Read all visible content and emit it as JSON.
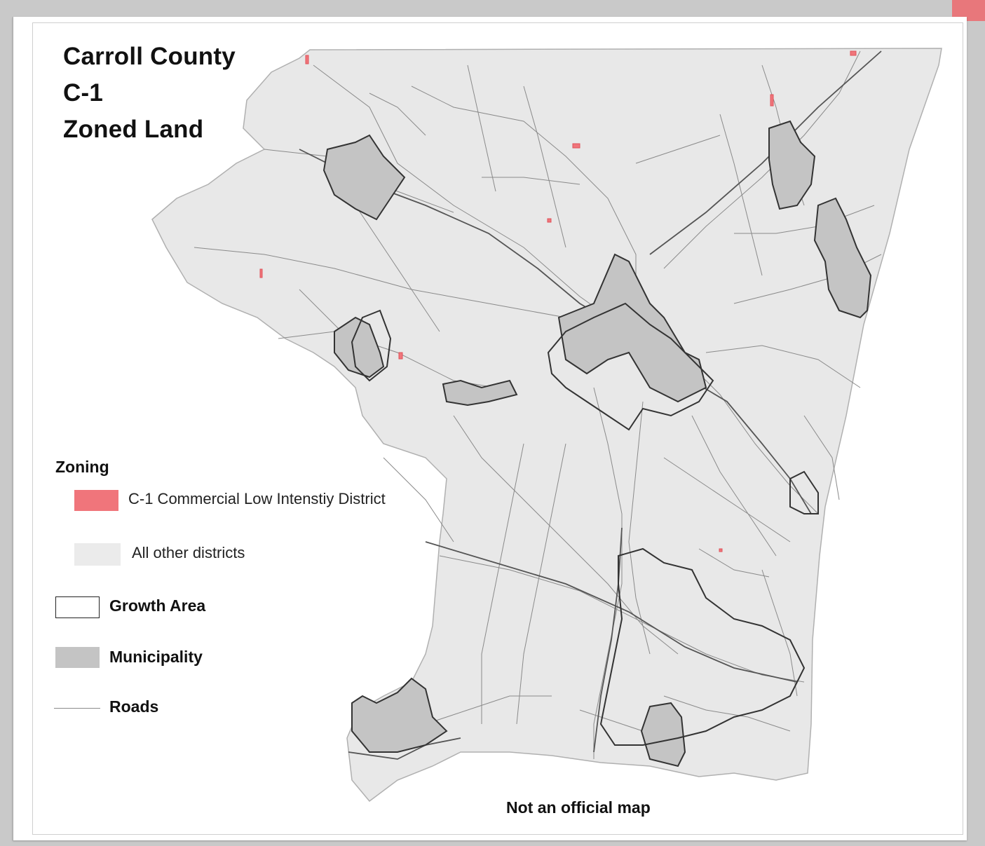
{
  "title": {
    "line1": "Carroll County",
    "line2": "C-1",
    "line3": "Zoned Land"
  },
  "legend": {
    "heading": "Zoning",
    "items": [
      {
        "label": "C-1 Commercial Low Intenstiy District",
        "swatch": "c1-fill"
      },
      {
        "label": "All other districts",
        "swatch": "other-fill"
      },
      {
        "label": "Growth Area",
        "swatch": "growth-outline"
      },
      {
        "label": "Municipality",
        "swatch": "municipality-fill"
      },
      {
        "label": "Roads",
        "swatch": "road-line"
      }
    ]
  },
  "disclaimer": "Not an official map",
  "colors": {
    "c1_zoning": "#f0757b",
    "other_districts": "#ebebeb",
    "municipality": "#c4c4c4",
    "growth_area_outline": "#333333",
    "roads": "#8a8a8a",
    "county_fill": "#e8e8e8"
  }
}
